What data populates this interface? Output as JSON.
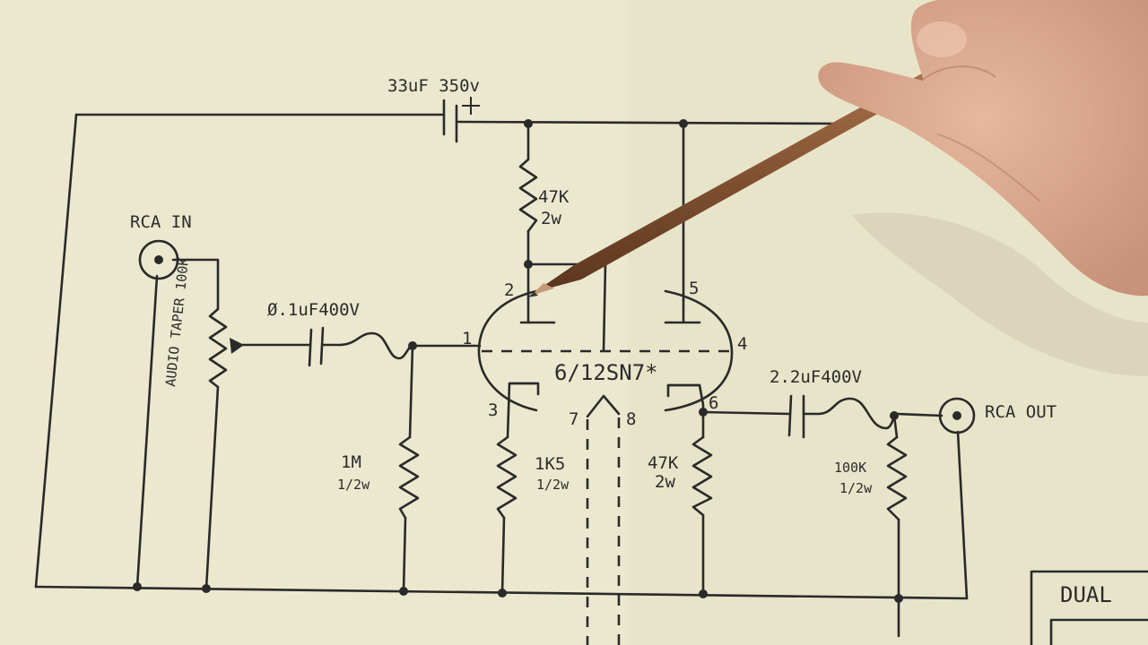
{
  "labels": {
    "cap_power": "33uF 350v",
    "rca_in": "RCA IN",
    "pot": "AUDIO TAPER 100K",
    "cap_in": "Ø.1uF400V",
    "r_grid": "1M",
    "r_grid_w": "1/2w",
    "r_cathode": "1K5",
    "r_cathode_w": "1/2w",
    "r_plate1": "47K",
    "r_plate1_w": "2w",
    "r_plate2": "47K",
    "r_plate2_w": "2w",
    "tube": "6/12SN7*",
    "cap_out": "2.2uF400V",
    "r_out": "100K",
    "r_out_w": "1/2w",
    "rca_out": "RCA OUT",
    "title_box": "DUAL"
  },
  "pins": {
    "p1": "1",
    "p2": "2",
    "p3": "3",
    "p4": "4",
    "p5": "5",
    "p6": "6",
    "p7": "7",
    "p8": "8"
  },
  "colors": {
    "paper": "#ece8cf",
    "ink": "#2a2a2a",
    "pencil": "#8a5a38",
    "skin": "#d9a488"
  }
}
